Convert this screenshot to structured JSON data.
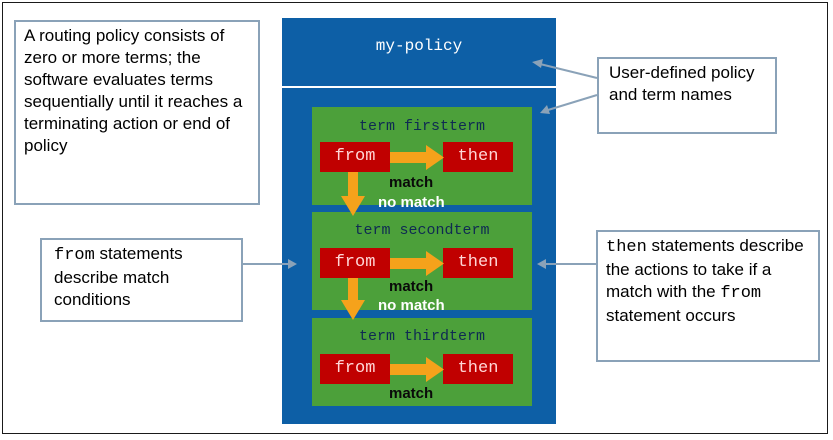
{
  "policy": {
    "name": "my-policy"
  },
  "terms": [
    {
      "title": "term firstterm",
      "from_label": "from",
      "then_label": "then",
      "match_label": "match",
      "no_match_label": "no match"
    },
    {
      "title": "term secondterm",
      "from_label": "from",
      "then_label": "then",
      "match_label": "match",
      "no_match_label": "no match"
    },
    {
      "title": "term thirdterm",
      "from_label": "from",
      "then_label": "then",
      "match_label": "match"
    }
  ],
  "callouts": {
    "routing_policy": "A routing policy consists of zero or more terms; the software evaluates terms sequentially until it reaches a terminating action or end of policy",
    "user_defined": "User-defined policy and term names",
    "from_statements": {
      "code": "from",
      "text": " statements describe match conditions"
    },
    "then_statements": {
      "code": "then",
      "text_1": " statements describe the actions to take if a match with the ",
      "code_2": "from",
      "text_2": " statement occurs"
    }
  },
  "colors": {
    "policy_blue": "#0d5fa6",
    "term_green": "#4ca03a",
    "red_box": "#c00000",
    "arrow_orange": "#f5a21b",
    "connector": "#8aa2b8"
  }
}
